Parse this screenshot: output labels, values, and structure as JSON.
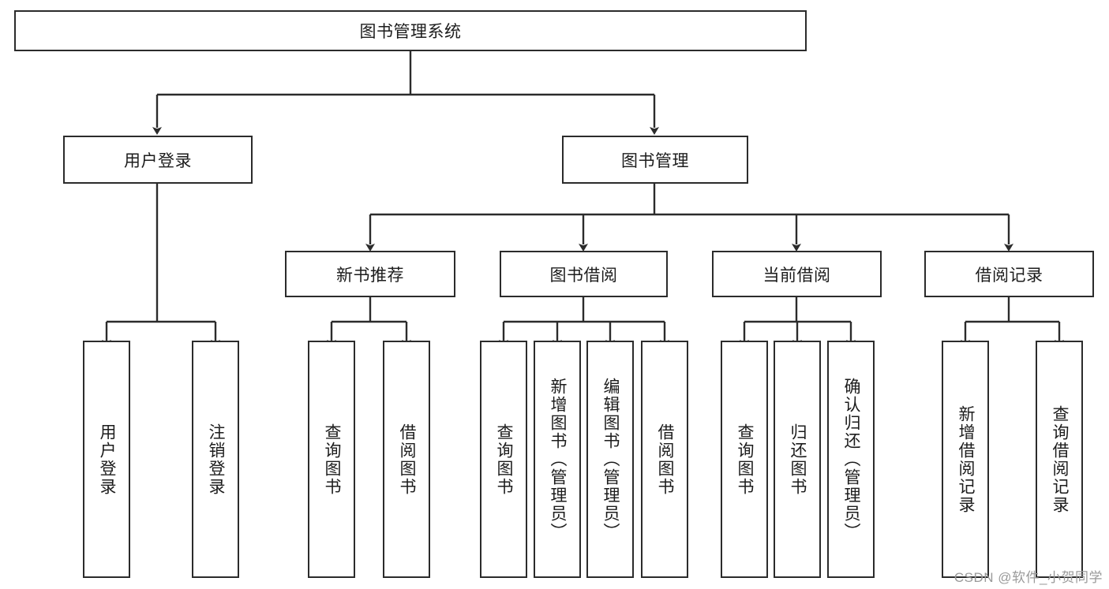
{
  "diagram": {
    "title": "图书管理系统",
    "watermark": "CSDN @软件_小贺同学",
    "colors": {
      "border": "#2b2b2b",
      "background": "#ffffff",
      "text": "#1c1c1c",
      "watermark": "#9a9a9a"
    },
    "levels": {
      "root": {
        "label": "图书管理系统"
      },
      "level2": [
        {
          "label": "用户登录"
        },
        {
          "label": "图书管理"
        }
      ],
      "level3": [
        {
          "label": "新书推荐"
        },
        {
          "label": "图书借阅"
        },
        {
          "label": "当前借阅"
        },
        {
          "label": "借阅记录"
        }
      ],
      "leaves": {
        "user_login": [
          {
            "label": "用户登录"
          },
          {
            "label": "注销登录"
          }
        ],
        "new_book_recommend": [
          {
            "label": "查询图书"
          },
          {
            "label": "借阅图书"
          }
        ],
        "book_borrow": [
          {
            "label": "查询图书"
          },
          {
            "label": "新增图书（管理员）"
          },
          {
            "label": "编辑图书（管理员）"
          },
          {
            "label": "借阅图书"
          }
        ],
        "current_borrow": [
          {
            "label": "查询图书"
          },
          {
            "label": "归还图书"
          },
          {
            "label": "确认归还（管理员）"
          }
        ],
        "borrow_record": [
          {
            "label": "新增借阅记录"
          },
          {
            "label": "查询借阅记录"
          }
        ]
      }
    }
  }
}
